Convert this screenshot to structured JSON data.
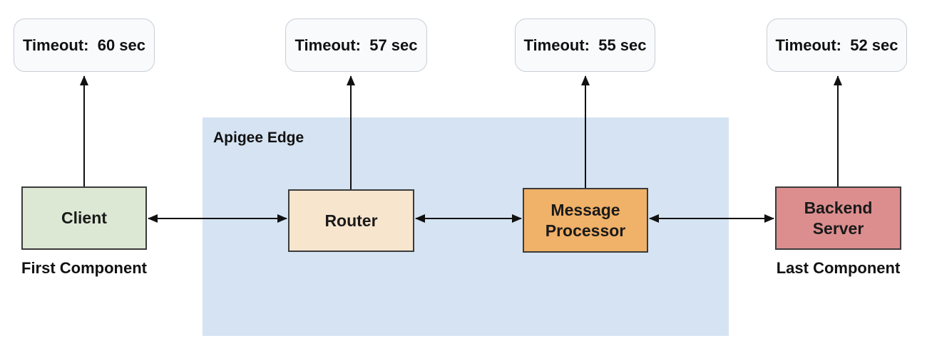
{
  "apigee": {
    "label": "Apigee Edge"
  },
  "timeouts": [
    {
      "label": "Timeout:  60 sec"
    },
    {
      "label": "Timeout:  57 sec"
    },
    {
      "label": "Timeout:  55 sec"
    },
    {
      "label": "Timeout:  52 sec"
    }
  ],
  "nodes": [
    {
      "label": "Client",
      "caption": "First Component",
      "fill": "#dce8d4"
    },
    {
      "label": "Router",
      "fill": "#f8e5ce"
    },
    {
      "label": "Message Processor",
      "fill": "#f0b168"
    },
    {
      "label": "Backend Server",
      "caption": "Last Component",
      "fill": "#dc8e8e"
    }
  ],
  "colors": {
    "apigee_bg": "#d5e3f2",
    "timeout_bg": "#f8fafc",
    "timeout_border": "#c9ced6",
    "node_border": "#3b3b3b",
    "arrow": "#111111"
  }
}
